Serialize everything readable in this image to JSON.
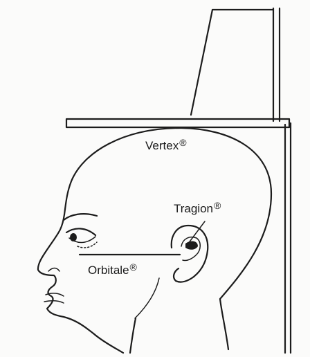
{
  "diagram": {
    "labels": {
      "vertex": {
        "text": "Vertex",
        "mark": "®"
      },
      "tragion": {
        "text": "Tragion",
        "mark": "®"
      },
      "orbitale": {
        "text": "Orbitale",
        "mark": "®"
      }
    },
    "ink_color": "#1c1c1c",
    "background_color": "#fbfbfa"
  }
}
